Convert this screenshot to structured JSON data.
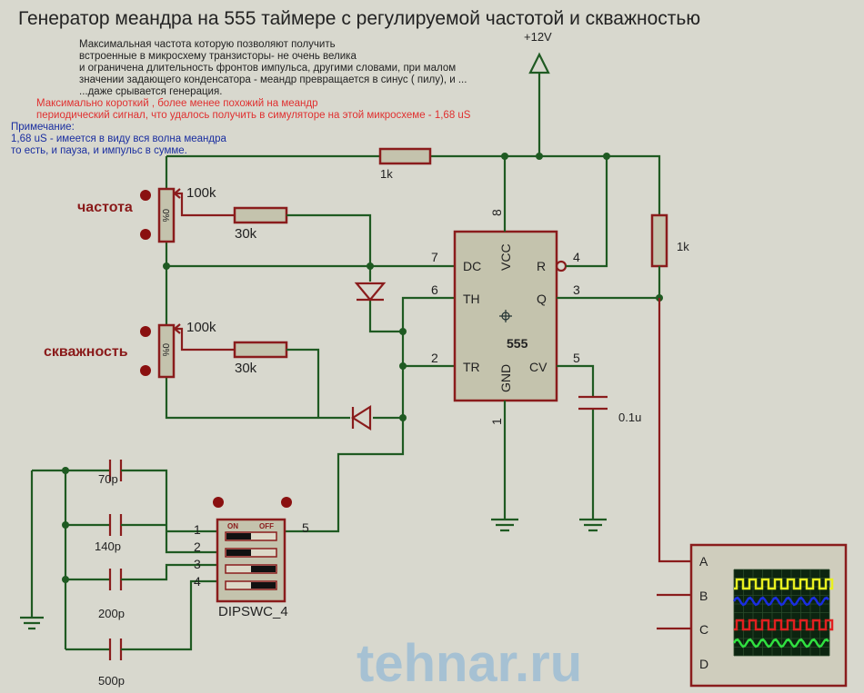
{
  "title": "Генератор меандра на 555 таймере с регулируемой частотой и скважностью",
  "notes": {
    "black": [
      "Максимальная частота которую позволяют получить",
      "встроенные в микросхему транзисторы- не очень велика",
      "и ограничена длительность фронтов импульса, другими словами, при малом",
      "значении задающего конденсатора - меандр превращается в синус ( пилу), и ...",
      "...даже срывается генерация."
    ],
    "red": [
      "Максимально короткий , более менее похожий на меандр",
      "периодический сигнал, что удалось получить в симуляторе на этой микросхеме  - 1,68 uS"
    ],
    "blue": [
      "Примечание:",
      "1,68 uS - имеется в виду вся волна меандра",
      "то есть,  и пауза, и импульс в сумме."
    ]
  },
  "supply": "+12V",
  "components": {
    "r_top": "1k",
    "r_right": "1k",
    "pot_freq": {
      "label": "частота",
      "value": "100k",
      "position": "0%"
    },
    "pot_duty": {
      "label": "скважность",
      "value": "100k",
      "position": "0%"
    },
    "r_freq": "30k",
    "r_duty": "30k",
    "cap_cv": "0.1u",
    "caps": [
      "70p",
      "140p",
      "200p",
      "500p"
    ],
    "dip": {
      "name": "DIPSWC_4",
      "on": "ON",
      "off": "OFF",
      "states": [
        "ON",
        "ON",
        "OFF",
        "OFF"
      ],
      "pins": [
        "1",
        "2",
        "3",
        "4",
        "5"
      ]
    },
    "ic": {
      "name": "555",
      "pins": {
        "DC": "7",
        "TH": "6",
        "TR": "2",
        "R": "4",
        "Q": "3",
        "CV": "5",
        "VCC": "8",
        "GND": "1"
      },
      "labels": {
        "dc": "DC",
        "th": "TH",
        "tr": "TR",
        "r": "R",
        "q": "Q",
        "cv": "CV",
        "vcc": "VCC",
        "gnd": "GND"
      }
    }
  },
  "scope": {
    "channels": [
      "A",
      "B",
      "C",
      "D"
    ],
    "colors": [
      "#e8f020",
      "#1a2ee0",
      "#e02020",
      "#30e040"
    ]
  },
  "watermark": "tehnar.ru"
}
